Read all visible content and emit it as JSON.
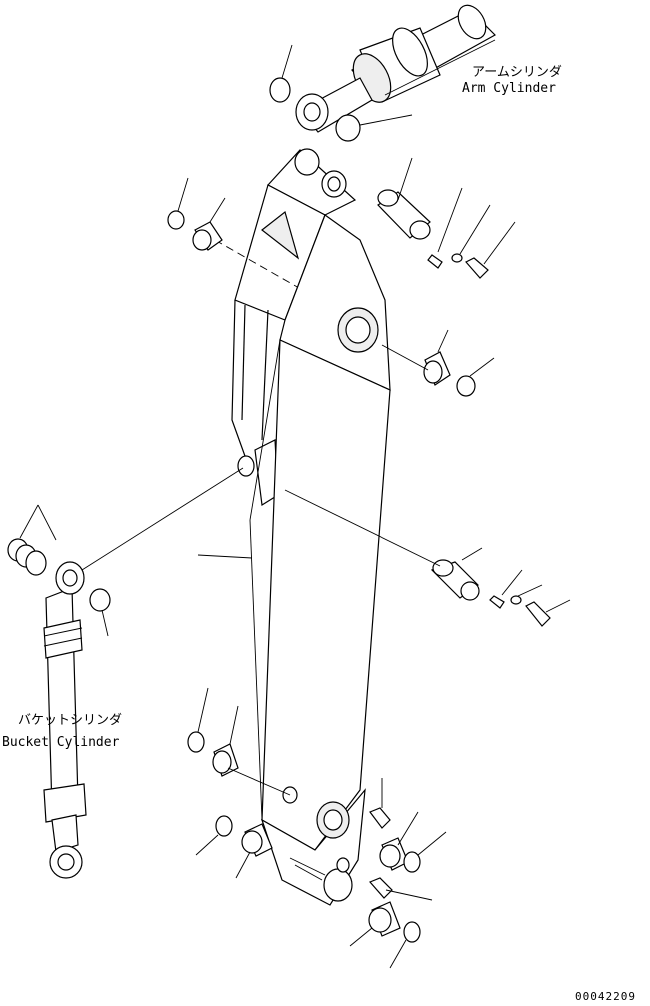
{
  "labels": {
    "arm_cylinder_jp": "アームシリンダ",
    "arm_cylinder_en": "Arm Cylinder",
    "bucket_cylinder_jp": "バケットシリンダ",
    "bucket_cylinder_en": "Bucket Cylinder"
  },
  "doc_number": "00042209"
}
